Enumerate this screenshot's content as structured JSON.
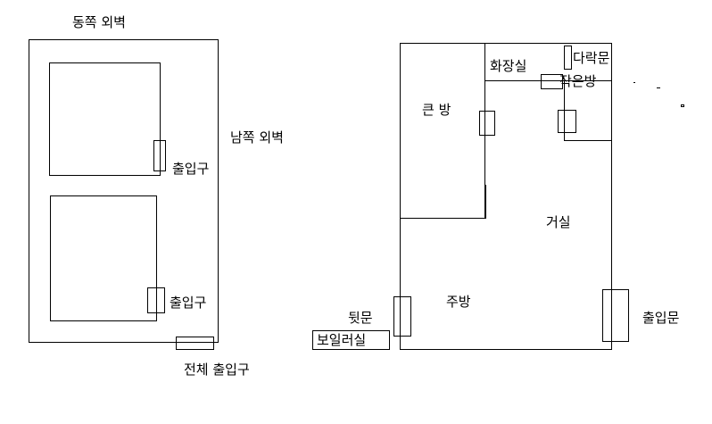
{
  "left_plan": {
    "east_wall_label": "동쪽 외벽",
    "south_wall_label": "남쪽 외벽",
    "entrance_1_label": "출입구",
    "entrance_2_label": "출입구",
    "main_entrance_label": "전체 출입구"
  },
  "right_plan": {
    "bathroom_label": "화장실",
    "attic_door_label": "다락문",
    "small_room_label": "작은방",
    "big_room_label": "큰 방",
    "living_room_label": "거실",
    "kitchen_label": "주방",
    "back_door_label": "뒷문",
    "boiler_room_label": "보일러실",
    "front_door_label": "출입문"
  },
  "colors": {
    "line": "#000000",
    "background": "#ffffff"
  }
}
